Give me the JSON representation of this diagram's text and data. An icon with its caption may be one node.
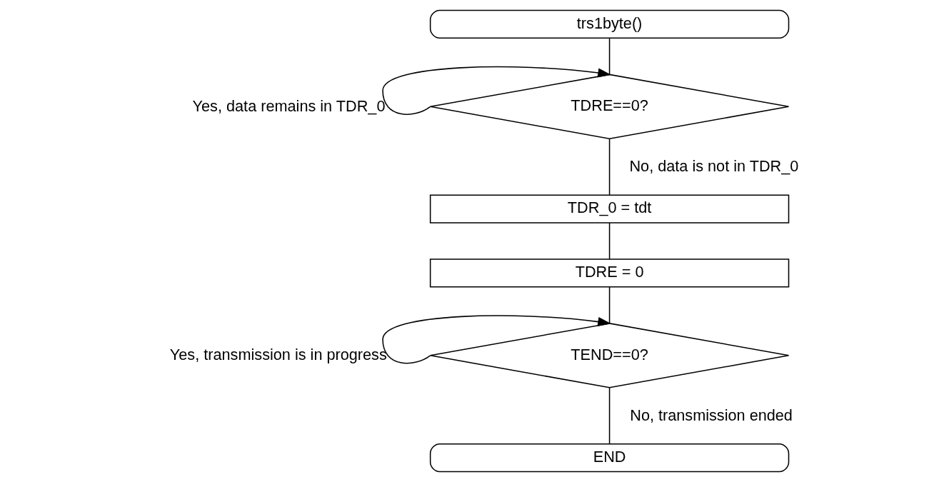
{
  "diagram": {
    "nodes": [
      {
        "text": [
          "trs1byte()"
        ]
      },
      {
        "text": [
          "TDRE==0?"
        ]
      },
      {
        "text": [
          "TDR_0 = tdt"
        ]
      },
      {
        "text": [
          "TDRE = 0"
        ]
      },
      {
        "text": [
          "TEND==0?"
        ]
      },
      {
        "text": [
          "END"
        ]
      }
    ],
    "edges": [
      {
        "from": 0,
        "to": 1,
        "arrow": "none"
      },
      {
        "from": 1,
        "to": 1,
        "arrow": "to",
        "label": "Yes, data remains in TDR_0"
      },
      {
        "from": 1,
        "to": 2,
        "arrow": "none",
        "label": "No, data is not in TDR_0"
      },
      {
        "from": 2,
        "to": 3,
        "arrow": "none"
      },
      {
        "from": 3,
        "to": 4,
        "arrow": "none"
      },
      {
        "from": 4,
        "to": 4,
        "arrow": "to",
        "label": "Yes, transmission is in progress"
      },
      {
        "from": 4,
        "to": 5,
        "arrow": "none",
        "label": "No, transmission ended"
      }
    ]
  }
}
